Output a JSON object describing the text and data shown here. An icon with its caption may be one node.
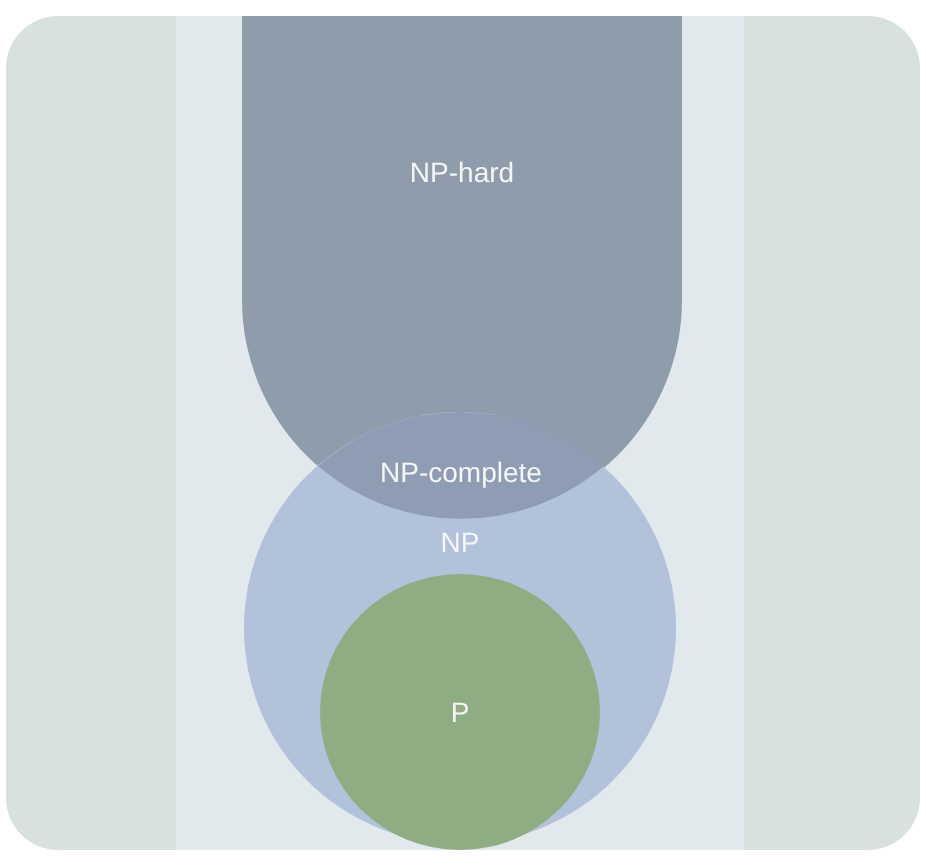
{
  "diagram": {
    "nodes": [
      {
        "text": [
          "NP-hard"
        ]
      },
      {
        "text": [
          "NP-complete"
        ]
      },
      {
        "text": [
          "NP"
        ]
      },
      {
        "text": [
          "P"
        ],
        "in": 2
      }
    ]
  }
}
